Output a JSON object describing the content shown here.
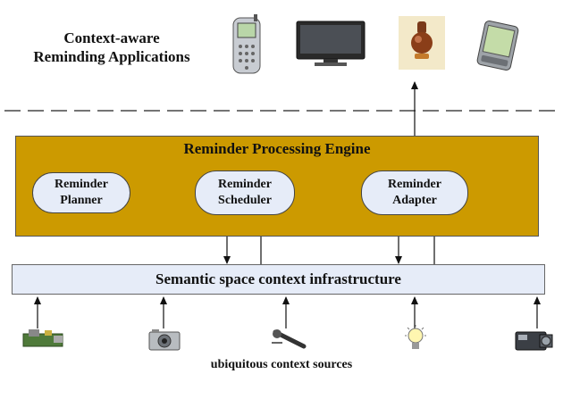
{
  "apps_title": {
    "line1": "Context-aware",
    "line2": "Reminding Applications"
  },
  "devices": [
    "phone-icon",
    "tv-icon",
    "doorbell-icon",
    "pda-icon"
  ],
  "engine": {
    "title": "Reminder Processing Engine"
  },
  "nodes": {
    "planner": {
      "line1": "Reminder",
      "line2": "Planner"
    },
    "scheduler": {
      "line1": "Reminder",
      "line2": "Scheduler"
    },
    "adapter": {
      "line1": "Reminder",
      "line2": "Adapter"
    }
  },
  "infrastructure": {
    "label": "Semantic space context infrastructure"
  },
  "sources": {
    "caption": "ubiquitous context sources",
    "icons": [
      "sensor-board-icon",
      "camera-icon",
      "microphone-icon",
      "light-bulb-icon",
      "video-camera-icon"
    ]
  },
  "colors": {
    "engine": "#cc9a00",
    "node_fill": "#e6ecf8",
    "infra_fill": "#e6ecf8"
  }
}
